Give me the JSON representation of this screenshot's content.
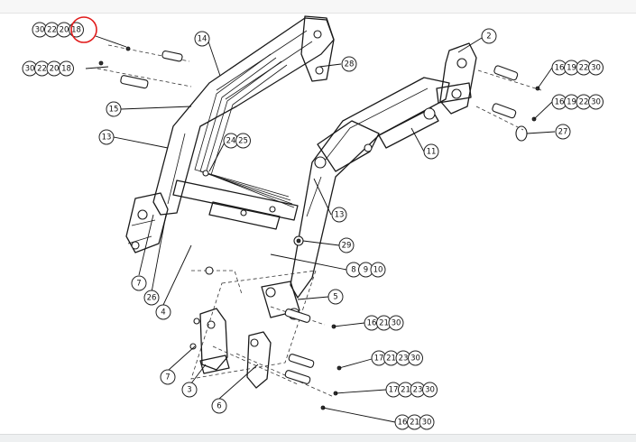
{
  "highlight_color": "#e11b1b",
  "callouts": [
    {
      "id": "c1",
      "nums": [
        "30",
        "22",
        "20",
        "18"
      ]
    },
    {
      "id": "c2",
      "nums": [
        "30",
        "22",
        "20",
        "18"
      ]
    },
    {
      "id": "c3",
      "nums": [
        "14"
      ]
    },
    {
      "id": "c4",
      "nums": [
        "28"
      ]
    },
    {
      "id": "c5",
      "nums": [
        "15"
      ]
    },
    {
      "id": "c6",
      "nums": [
        "13"
      ]
    },
    {
      "id": "c7",
      "nums": [
        "24",
        "25"
      ]
    },
    {
      "id": "c8",
      "nums": [
        "2"
      ]
    },
    {
      "id": "c9",
      "nums": [
        "16",
        "19",
        "22",
        "30"
      ]
    },
    {
      "id": "c10",
      "nums": [
        "16",
        "19",
        "22",
        "30"
      ]
    },
    {
      "id": "c11",
      "nums": [
        "27"
      ]
    },
    {
      "id": "c12",
      "nums": [
        "11"
      ]
    },
    {
      "id": "c13",
      "nums": [
        "13"
      ]
    },
    {
      "id": "c14",
      "nums": [
        "29"
      ]
    },
    {
      "id": "c15",
      "nums": [
        "8",
        "9",
        "10"
      ]
    },
    {
      "id": "c16",
      "nums": [
        "5"
      ]
    },
    {
      "id": "c17",
      "nums": [
        "7"
      ]
    },
    {
      "id": "c18",
      "nums": [
        "26"
      ]
    },
    {
      "id": "c19",
      "nums": [
        "4"
      ]
    },
    {
      "id": "c20",
      "nums": [
        "16",
        "21",
        "30"
      ]
    },
    {
      "id": "c21",
      "nums": [
        "7"
      ]
    },
    {
      "id": "c22",
      "nums": [
        "3"
      ]
    },
    {
      "id": "c23",
      "nums": [
        "17",
        "21",
        "23",
        "30"
      ]
    },
    {
      "id": "c24",
      "nums": [
        "17",
        "21",
        "23",
        "30"
      ]
    },
    {
      "id": "c25",
      "nums": [
        "6"
      ]
    },
    {
      "id": "c26",
      "nums": [
        "16",
        "21",
        "30"
      ]
    }
  ]
}
